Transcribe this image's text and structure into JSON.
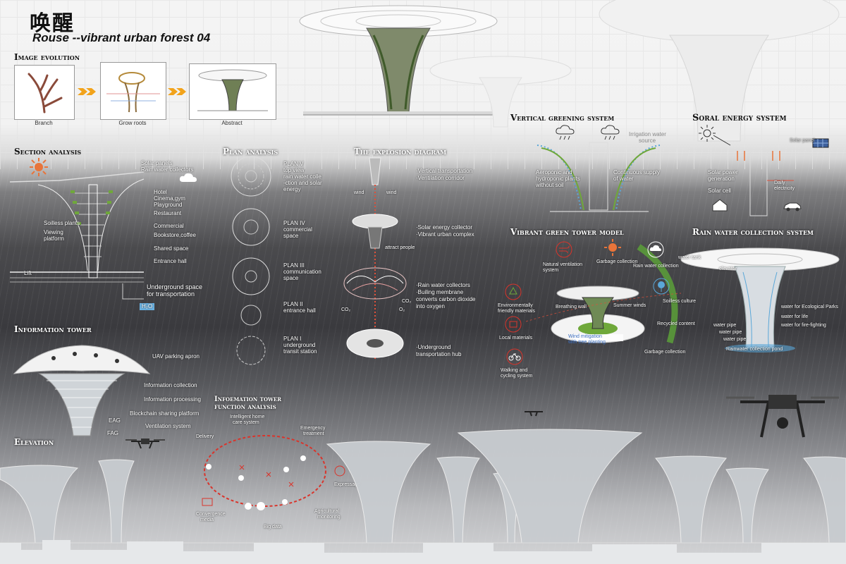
{
  "header": {
    "title_cn": "唤醒",
    "title_en": "Rouse   --vibrant urban forest  04"
  },
  "sections": {
    "image_evolution": "Image evolution",
    "section_analysis": "Section analysis",
    "plan_analysis": "Plan analysis",
    "explosion": "The explosion diagram",
    "vertical_greening": "Vertical greening system",
    "solar_energy": "Soral energy system",
    "green_tower": "Vibrant green tower model",
    "rain_water": "Rain water  collection system",
    "info_tower": "Information tower",
    "info_function": "Infoemation tower",
    "info_function_2": "function analysis",
    "elevation": "Elevation"
  },
  "evolution": {
    "items": [
      "Branch",
      "Grow roots",
      "Abstract"
    ]
  },
  "section_labels": {
    "solar": "Solar panels",
    "rain": "Rain water collectors",
    "hotel": "Hotel",
    "cinema": "Cinema,gym",
    "playground": "Playground",
    "restaurant": "Restaurant",
    "commercial": "Commercial",
    "bookstore": "Bookstore,coffee",
    "shared": "Shared space",
    "entrance": "Entrance hall",
    "soilless": "Soilless plants",
    "viewing": "Viewing",
    "viewing2": "platform",
    "lift": "Lift",
    "underground": "Underground space",
    "underground2": "for transportation",
    "h2o": "H₂O"
  },
  "plans": [
    {
      "name": "PLAN V",
      "lines": [
        "top view",
        "rain water colle",
        "-ction  and solar",
        "energy"
      ]
    },
    {
      "name": "PLAN IV",
      "lines": [
        "commercial",
        "space"
      ]
    },
    {
      "name": "PLAN III",
      "lines": [
        "communication",
        "space"
      ]
    },
    {
      "name": "PLAN II",
      "lines": [
        "entrance hall"
      ]
    },
    {
      "name": "PLAN I",
      "lines": [
        "underground",
        "transit station"
      ]
    }
  ],
  "explosion": {
    "l1": "·Vertical transportation",
    "l2": "·Ventilation corridor",
    "wind": "wind",
    "l3": "·Solar energy collector",
    "l4": "·Vibrant urban complex",
    "attract": "attract people",
    "l5": "·Rain water collectors",
    "l6": "·Builing membrane",
    "l7": "converts carbon dioxide",
    "l8": "into oxygen",
    "co2": "CO₂",
    "o2": "O₂",
    "l9": "·Underground",
    "l10": "transportation hub"
  },
  "vertical": {
    "irrigation": "Irrigation water",
    "irrigation2": "source",
    "aero": "Aeroponic and",
    "aero2": "hydroponic plants",
    "aero3": "without soil",
    "cont": "Continuous supply",
    "cont2": "of water"
  },
  "solar": {
    "panel": "Solar panel",
    "gen": "Solar power",
    "gen2": "generation",
    "cell": "Solar cell",
    "daily": "Daily",
    "elec": "electricity"
  },
  "green": {
    "natural": "Natural ventilation",
    "natural2": "system",
    "garbage": "Garbage collection",
    "rain": "Rain water collection",
    "env": "Environmentally",
    "env2": "friendly materials",
    "breathing": "Breathing wall",
    "summer": "Summer winds",
    "soilless": "Soilless culture",
    "local": "Local materials",
    "recycled": "Recycled content",
    "wind_mit": "Wind mitigation",
    "wind_mit2": "with tree planting",
    "walking": "Walking and",
    "walking2": "cycling system",
    "garbage2": "Garbage collection"
  },
  "rain": {
    "tank": "water tank",
    "elevator": "elevator",
    "eco": "water for Ecological Parks",
    "life": "water for life",
    "fire": "water for fire-fighting",
    "pipe1": "water pipe",
    "pipe2": "water pipe",
    "pipe3": "water pipe",
    "pond": "Rainwater collection pond"
  },
  "info_tower": {
    "uav": "UAV parking apron",
    "collection": "Information collection",
    "processing": "Information processing",
    "blockchain": "Blockchain sharing platform",
    "eag": "EAG",
    "fag": "FAG",
    "ventilation": "Ventilation system"
  },
  "info_function": {
    "home": "Intelligent home",
    "home2": "care system",
    "emergency": "Emergency",
    "emergency2": "treatment",
    "delivery": "Delivery",
    "express": "Expressage",
    "convergence": "Convergence",
    "convergence2": "media",
    "agri": "Agricultural",
    "agri2": "monitoring",
    "bigdata": "Big data"
  },
  "colors": {
    "accent_orange": "#f2a31b",
    "leaf_green": "#6fa83a",
    "rain_blue": "#5aa7d8",
    "red_marker": "#d9342b"
  }
}
